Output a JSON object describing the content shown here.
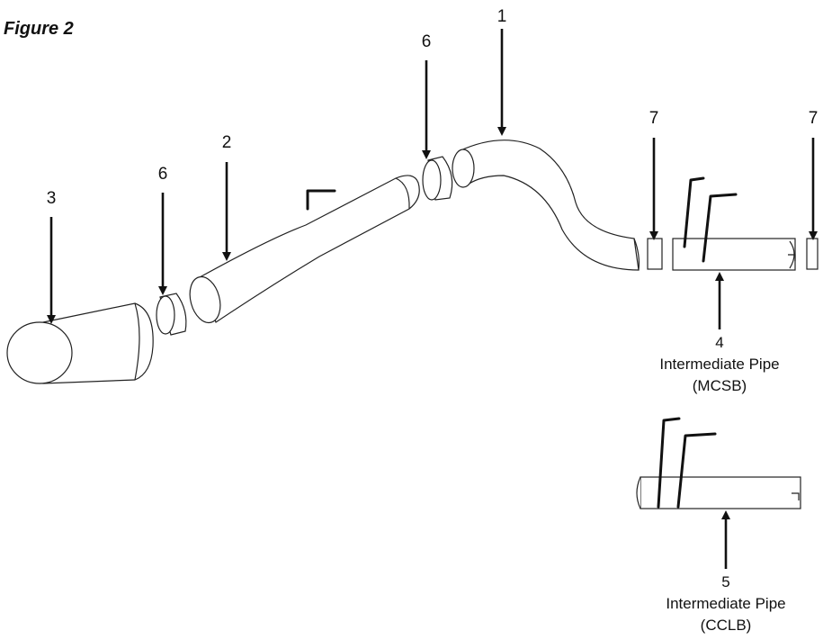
{
  "figure_title": "Figure 2",
  "callouts": {
    "n1": "1",
    "n2": "2",
    "n3": "3",
    "n4": "4",
    "n5": "5",
    "n6a": "6",
    "n6b": "6",
    "n7a": "7",
    "n7b": "7"
  },
  "captions": {
    "pipe4_line1": "Intermediate Pipe",
    "pipe4_line2": "(MCSB)",
    "pipe5_line1": "Intermediate Pipe",
    "pipe5_line2": "(CCLB)"
  }
}
